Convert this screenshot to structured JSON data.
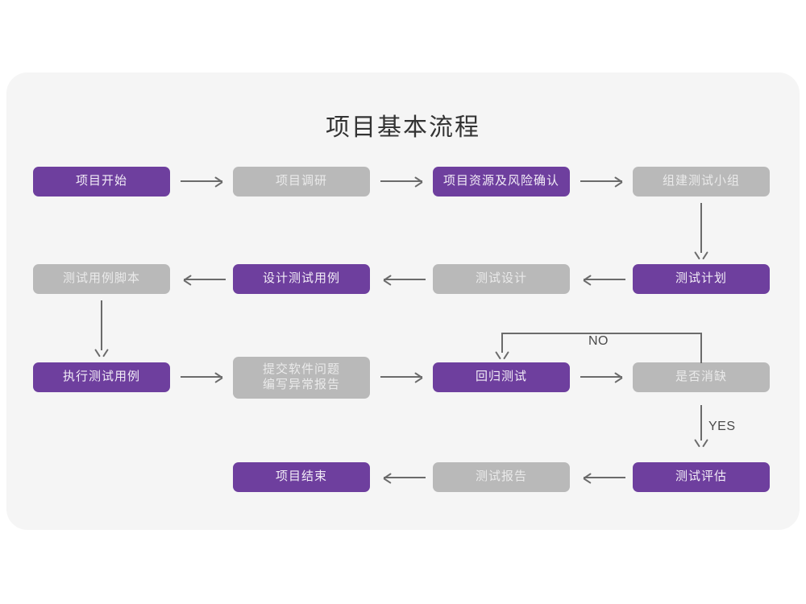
{
  "chart_data": {
    "type": "diagram",
    "title": "项目基本流程",
    "diagram_kind": "flowchart",
    "colors": {
      "accent_purple": "#6e3f9e",
      "muted_gray": "#b9b9b9",
      "panel_background": "#f5f5f5",
      "page_background": "#ffffff",
      "connector": "#6b6b6b",
      "title_text": "#333333"
    },
    "nodes": [
      {
        "id": "n1",
        "label": "项目开始",
        "style": "purple",
        "row": 1,
        "col": 1
      },
      {
        "id": "n2",
        "label": "项目调研",
        "style": "gray",
        "row": 1,
        "col": 2
      },
      {
        "id": "n3",
        "label": "项目资源及风险确认",
        "style": "purple",
        "row": 1,
        "col": 3
      },
      {
        "id": "n4",
        "label": "组建测试小组",
        "style": "gray",
        "row": 1,
        "col": 4
      },
      {
        "id": "n5",
        "label": "测试用例脚本",
        "style": "gray",
        "row": 2,
        "col": 1
      },
      {
        "id": "n6",
        "label": "设计测试用例",
        "style": "purple",
        "row": 2,
        "col": 2
      },
      {
        "id": "n7",
        "label": "测试设计",
        "style": "gray",
        "row": 2,
        "col": 3
      },
      {
        "id": "n8",
        "label": "测试计划",
        "style": "purple",
        "row": 2,
        "col": 4
      },
      {
        "id": "n9",
        "label": "执行测试用例",
        "style": "purple",
        "row": 3,
        "col": 1
      },
      {
        "id": "n10",
        "label": "提交软件问题\n编写异常报告",
        "style": "gray",
        "row": 3,
        "col": 2
      },
      {
        "id": "n11",
        "label": "回归测试",
        "style": "purple",
        "row": 3,
        "col": 3
      },
      {
        "id": "n12",
        "label": "是否消缺",
        "style": "gray",
        "row": 3,
        "col": 4
      },
      {
        "id": "n13",
        "label": "项目结束",
        "style": "purple",
        "row": 4,
        "col": 2
      },
      {
        "id": "n14",
        "label": "测试报告",
        "style": "gray",
        "row": 4,
        "col": 3
      },
      {
        "id": "n15",
        "label": "测试评估",
        "style": "purple",
        "row": 4,
        "col": 4
      }
    ],
    "edges": [
      {
        "from": "n1",
        "to": "n2",
        "label": "",
        "direction": "right"
      },
      {
        "from": "n2",
        "to": "n3",
        "label": "",
        "direction": "right"
      },
      {
        "from": "n3",
        "to": "n4",
        "label": "",
        "direction": "right"
      },
      {
        "from": "n4",
        "to": "n8",
        "label": "",
        "direction": "down"
      },
      {
        "from": "n8",
        "to": "n7",
        "label": "",
        "direction": "left"
      },
      {
        "from": "n7",
        "to": "n6",
        "label": "",
        "direction": "left"
      },
      {
        "from": "n6",
        "to": "n5",
        "label": "",
        "direction": "left"
      },
      {
        "from": "n5",
        "to": "n9",
        "label": "",
        "direction": "down"
      },
      {
        "from": "n9",
        "to": "n10",
        "label": "",
        "direction": "right"
      },
      {
        "from": "n10",
        "to": "n11",
        "label": "",
        "direction": "right"
      },
      {
        "from": "n11",
        "to": "n12",
        "label": "",
        "direction": "right"
      },
      {
        "from": "n12",
        "to": "n11",
        "label": "NO",
        "direction": "loop-back-up"
      },
      {
        "from": "n12",
        "to": "n15",
        "label": "YES",
        "direction": "down"
      },
      {
        "from": "n15",
        "to": "n14",
        "label": "",
        "direction": "left"
      },
      {
        "from": "n14",
        "to": "n13",
        "label": "",
        "direction": "left"
      }
    ],
    "edge_labels": {
      "no": "NO",
      "yes": "YES"
    }
  },
  "title": "项目基本流程",
  "nodes": {
    "n1": "项目开始",
    "n2": "项目调研",
    "n3": "项目资源及风险确认",
    "n4": "组建测试小组",
    "n5": "测试用例脚本",
    "n6": "设计测试用例",
    "n7": "测试设计",
    "n8": "测试计划",
    "n9": "执行测试用例",
    "n10": "提交软件问题\n编写异常报告",
    "n11": "回归测试",
    "n12": "是否消缺",
    "n13": "项目结束",
    "n14": "测试报告",
    "n15": "测试评估"
  },
  "labels": {
    "no": "NO",
    "yes": "YES"
  }
}
